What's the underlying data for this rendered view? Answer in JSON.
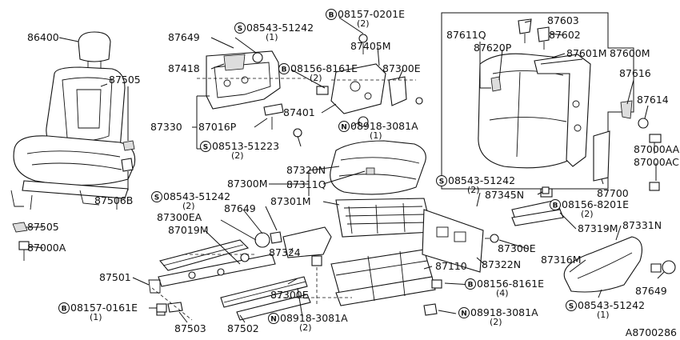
{
  "diagram_id": "A8700286",
  "labels": [
    {
      "id": "l1",
      "text": "86400"
    },
    {
      "id": "l2",
      "text": "87505"
    },
    {
      "id": "l3",
      "text": "87506B"
    },
    {
      "id": "l4",
      "text": "87505"
    },
    {
      "id": "l5",
      "text": "87000A"
    },
    {
      "id": "l6",
      "text": "87649"
    },
    {
      "id": "l7",
      "text": "08543-51242",
      "prefix": "S",
      "qty": "(1)"
    },
    {
      "id": "l8",
      "text": "87418"
    },
    {
      "id": "l9",
      "text": "08157-0201E",
      "prefix": "B",
      "qty": "(2)"
    },
    {
      "id": "l10",
      "text": "87405M"
    },
    {
      "id": "l11",
      "text": "08156-8161E",
      "prefix": "B",
      "qty": "(2)"
    },
    {
      "id": "l12",
      "text": "87300E"
    },
    {
      "id": "l13",
      "text": "87401"
    },
    {
      "id": "l14",
      "text": "08918-3081A",
      "prefix": "N",
      "qty": "(1)"
    },
    {
      "id": "l15",
      "text": "87330"
    },
    {
      "id": "l16",
      "text": "87016P"
    },
    {
      "id": "l17",
      "text": "08513-51223",
      "prefix": "S",
      "qty": "(2)"
    },
    {
      "id": "l18",
      "text": "87603"
    },
    {
      "id": "l19",
      "text": "87602"
    },
    {
      "id": "l20",
      "text": "87611Q"
    },
    {
      "id": "l21",
      "text": "87620P"
    },
    {
      "id": "l22",
      "text": "87601M"
    },
    {
      "id": "l23",
      "text": "87600M"
    },
    {
      "id": "l24",
      "text": "87616"
    },
    {
      "id": "l25",
      "text": "87614"
    },
    {
      "id": "l26",
      "text": "87000AA"
    },
    {
      "id": "l27",
      "text": "87000AC"
    },
    {
      "id": "l28",
      "text": "87700"
    },
    {
      "id": "l29",
      "text": "87320N"
    },
    {
      "id": "l30",
      "text": "87300M"
    },
    {
      "id": "l31",
      "text": "87311Q"
    },
    {
      "id": "l32",
      "text": "87301M"
    },
    {
      "id": "l33",
      "text": "08543-51242",
      "prefix": "S",
      "qty": "(2)"
    },
    {
      "id": "l34",
      "text": "87345N"
    },
    {
      "id": "l35",
      "text": "08156-8201E",
      "prefix": "B",
      "qty": "(2)"
    },
    {
      "id": "l36",
      "text": "08543-51242",
      "prefix": "S",
      "qty": "(2)"
    },
    {
      "id": "l37",
      "text": "87300EA"
    },
    {
      "id": "l38",
      "text": "87649"
    },
    {
      "id": "l39",
      "text": "87019M"
    },
    {
      "id": "l40",
      "text": "87324"
    },
    {
      "id": "l41",
      "text": "87319M"
    },
    {
      "id": "l42",
      "text": "87331N"
    },
    {
      "id": "l43",
      "text": "87300E"
    },
    {
      "id": "l44",
      "text": "87316M"
    },
    {
      "id": "l45",
      "text": "87322N"
    },
    {
      "id": "l46",
      "text": "87501"
    },
    {
      "id": "l47",
      "text": "87110"
    },
    {
      "id": "l48",
      "text": "87300E"
    },
    {
      "id": "l49",
      "text": "08156-8161E",
      "prefix": "B",
      "qty": "(4)"
    },
    {
      "id": "l50",
      "text": "87649"
    },
    {
      "id": "l51",
      "text": "08157-0161E",
      "prefix": "B",
      "qty": "(1)"
    },
    {
      "id": "l52",
      "text": "08918-3081A",
      "prefix": "N",
      "qty": "(2)"
    },
    {
      "id": "l53",
      "text": "08918-3081A",
      "prefix": "N",
      "qty": "(2)"
    },
    {
      "id": "l54",
      "text": "08543-51242",
      "prefix": "S",
      "qty": "(1)"
    },
    {
      "id": "l55",
      "text": "87503"
    },
    {
      "id": "l56",
      "text": "87502"
    }
  ]
}
